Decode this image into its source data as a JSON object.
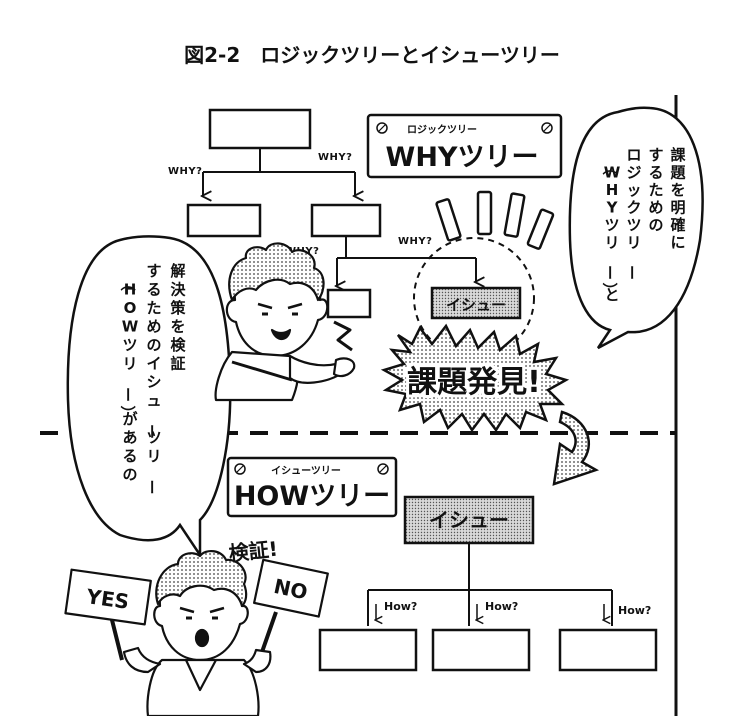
{
  "title": "図2-2　ロジックツリーとイシューツリー",
  "why_sign": {
    "sub": "ロジックツリー",
    "main": "WHYツリー"
  },
  "how_sign": {
    "sub": "イシューツリー",
    "main": "HOWツリー"
  },
  "why_labels": [
    "WHY?",
    "WHY?",
    "WHY?",
    "WHY?"
  ],
  "how_labels": [
    "How?",
    "How?",
    "How?"
  ],
  "issue_small": "イシュー",
  "issue_big": "イシュー",
  "discovery": "課題発見!",
  "verify": "検証!",
  "yes_card": "YES",
  "no_card": "NO",
  "bubble_right_lines": [
    "課題を明確に",
    "するための",
    "ロジックツリー",
    "（WHYツリー）と"
  ],
  "bubble_left_lines": [
    "解決策を検証",
    "するためのイシューツリー",
    "（HOWツリー）があるの"
  ]
}
